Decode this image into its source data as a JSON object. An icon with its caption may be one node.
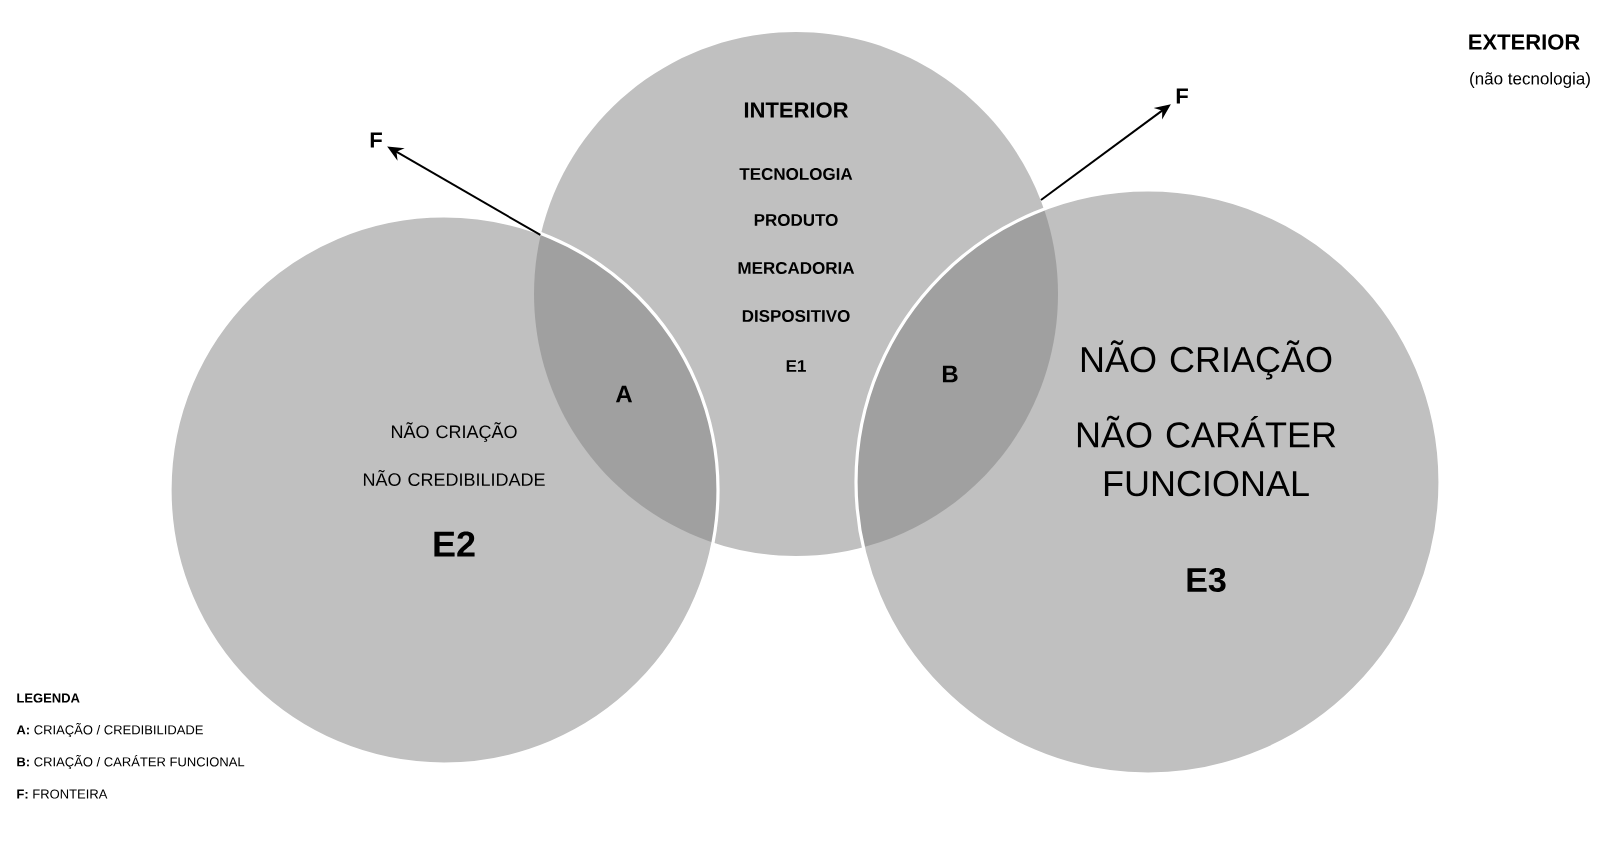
{
  "diagram": {
    "nodes": [
      {
        "text": [
          "INTERIOR",
          "TECNOLOGIA",
          "PRODUTO",
          "MERCADORIA",
          "DISPOSITIVO",
          "E1"
        ]
      },
      {
        "text": [
          "NÃO CRIAÇÃO",
          "NÃO CREDIBILIDADE",
          "E2"
        ]
      },
      {
        "text": [
          "NÃO CRIAÇÃO",
          "NÃO CARÁTER FUNCIONAL",
          "E3"
        ]
      },
      {
        "text": [
          "F"
        ]
      },
      {
        "text": [
          "F"
        ]
      }
    ],
    "edges": [
      {
        "from": 0,
        "to": 3,
        "arrow": "to"
      },
      {
        "from": 0,
        "to": 4,
        "arrow": "to"
      }
    ],
    "labels": [
      "EXTERIOR",
      "(não tecnologia)",
      "A",
      "B",
      "LEGENDA"
    ],
    "legend": [
      {
        "text": "**A:** CRIAÇÃO / CREDIBILIDADE"
      },
      {
        "text": "**B:** CRIAÇÃO / CARÁTER FUNCIONAL"
      },
      {
        "text": "**F:** FRONTEIRA"
      }
    ]
  }
}
